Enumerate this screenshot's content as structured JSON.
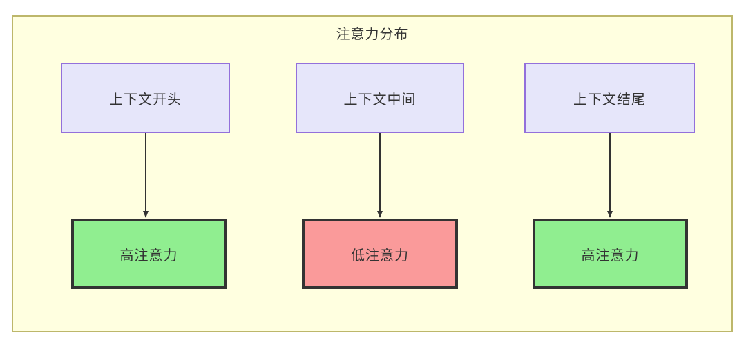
{
  "diagram": {
    "type": "flowchart",
    "container": {
      "title": "注意力分布",
      "fill_color": "#ffffe0",
      "border_color": "#bdb76b"
    },
    "palette": {
      "context_fill": "#e6e6fa",
      "context_border": "#9370db",
      "high_attention_fill": "#90ee90",
      "low_attention_fill": "#fa9a9a",
      "attention_border": "#333333",
      "arrow_color": "#333333",
      "text_color": "#333333"
    },
    "columns": [
      {
        "source": {
          "label": "上下文开头"
        },
        "target": {
          "label": "高注意力",
          "level": "high"
        }
      },
      {
        "source": {
          "label": "上下文中间"
        },
        "target": {
          "label": "低注意力",
          "level": "low"
        }
      },
      {
        "source": {
          "label": "上下文结尾"
        },
        "target": {
          "label": "高注意力",
          "level": "high"
        }
      }
    ]
  }
}
